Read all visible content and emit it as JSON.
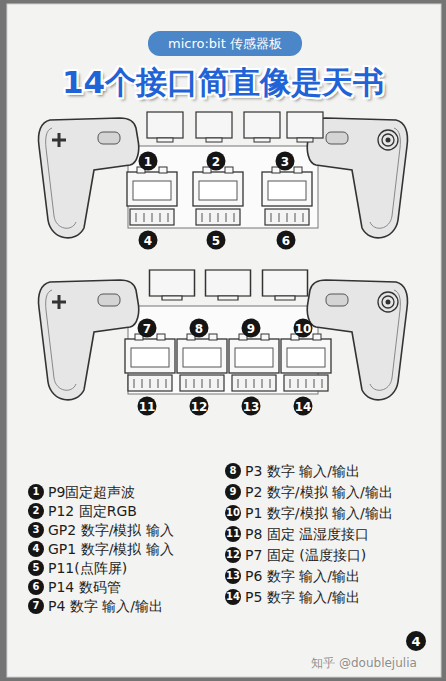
{
  "diagram": {
    "nodes": [
      {
        "text": [
          "micro:bit 传感器板"
        ]
      }
    ],
    "labels": [
      "14个接口简直像是天书",
      "1",
      "2",
      "3",
      "4",
      "5",
      "6",
      "7",
      "8",
      "9",
      "10",
      "11",
      "12",
      "13",
      "14",
      "1",
      "P9固定超声波",
      "2",
      "P12 固定RGB",
      "3",
      "GP2 数字/模拟 输入",
      "4",
      "GP1 数字/模拟 输入",
      "5",
      "P11(点阵屏)",
      "6",
      "P14 数码管",
      "7",
      "P4 数字 输入/输出",
      "8",
      "P3 数字 输入/输出",
      "9",
      "P2 数字/模拟 输入/输出",
      "10",
      "P1 数字/模拟 输入/输出",
      "11",
      "P8 固定 温湿度接口",
      "12",
      "P7 固定 (温度接口)",
      "13",
      "P6 数字 输入/输出",
      "14",
      "P5 数字 输入/输出",
      "4",
      "知乎 @doublejulia"
    ]
  }
}
